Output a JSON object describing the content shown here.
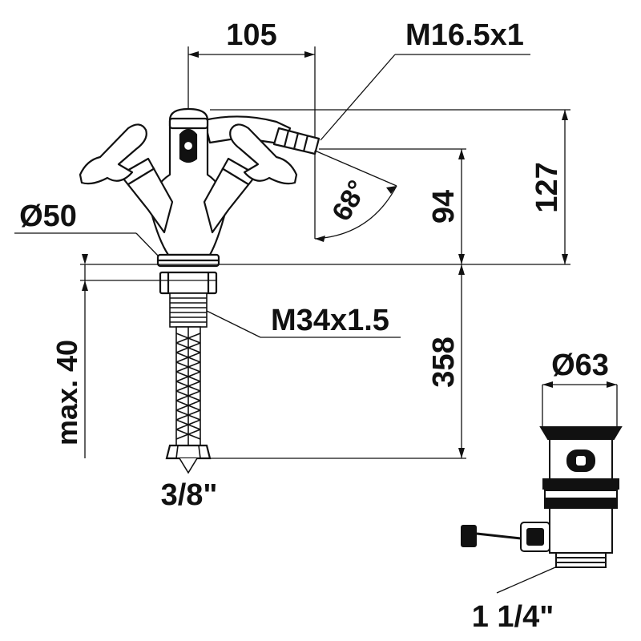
{
  "drawing": {
    "dimensions": {
      "spout_reach": "105",
      "spout_thread": "M16.5x1",
      "total_height": "127",
      "spout_height": "94",
      "spray_angle": "68°",
      "base_diameter": "Ø50",
      "shank_thread": "M34x1.5",
      "hose_length": "358",
      "max_deck_thickness": "max. 40",
      "hose_connection": "3/8\"",
      "waste_diameter": "Ø63",
      "waste_connection": "1 1/4\""
    }
  }
}
